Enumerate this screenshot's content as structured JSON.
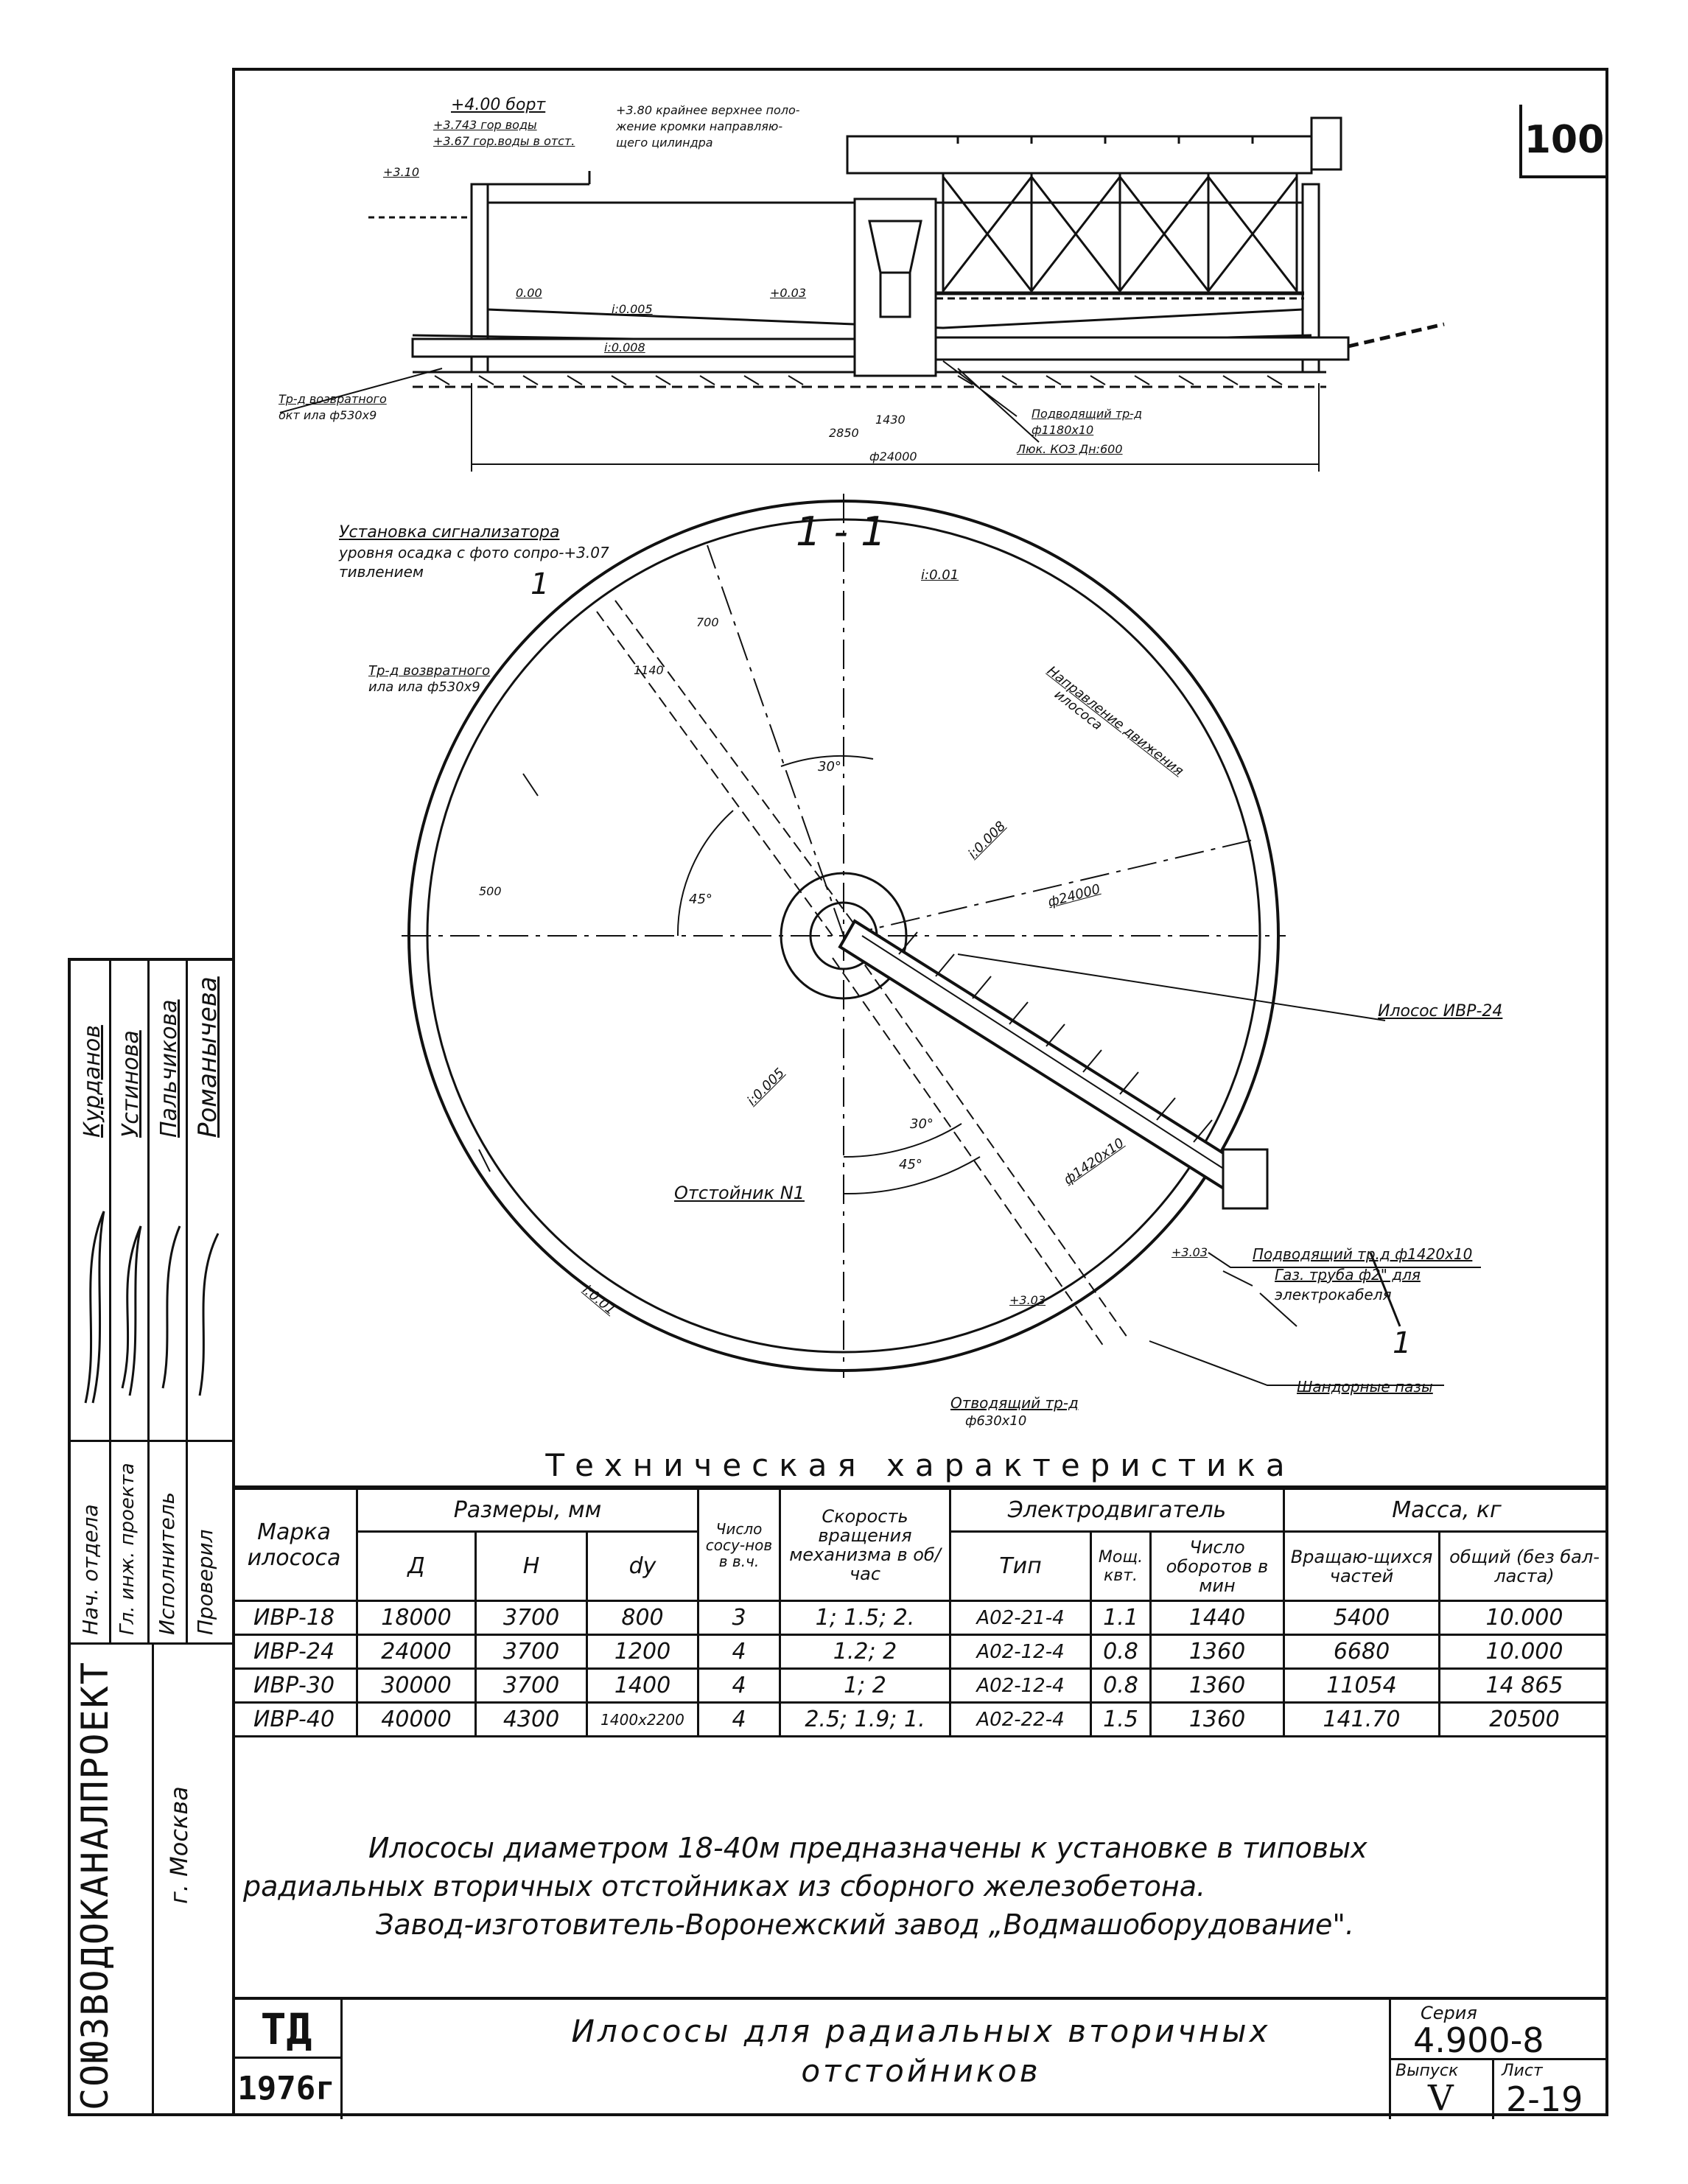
{
  "sheet_number": "100",
  "section_labels": {
    "elev_berm": "+4.00 борт",
    "elev_water_top": "+3.743 гор воды",
    "elev_water": "+3.67 гор.воды в отст.",
    "elev_blade": "+3.80 крайнее верхнее поло-",
    "elev_blade_2": "жение кромки направляю-",
    "elev_blade_3": "щего цилиндра",
    "elev_310": "+3.10",
    "elev_000": "0.00",
    "elev_003": "+0.03",
    "slope_1": "i:0.005",
    "slope_2": "i:0.008",
    "return_pipe": "Тр-д возвратного",
    "return_pipe_2": "окт ила ф530х9",
    "supply_pipe": "Подводящий тр-д",
    "supply_pipe_2": "ф1180х10",
    "sewer": "Люк. КОЗ Дн:600",
    "dim_24000": "ф24000",
    "dim_2850": "2850",
    "dim_1430": "1430"
  },
  "plan_labels": {
    "section_mark": "1 - 1",
    "sludge_level_1": "Установка сигнализатора",
    "sludge_level_2": "уровня осадка с фото сопро-+3.07",
    "sludge_level_3": "тивлением",
    "return_pipe_1": "Тр-д возвратного",
    "return_pipe_2": "ила ила ф530х9",
    "direction_1": "Направление движения",
    "direction_2": "илососа",
    "slope_top": "i:0.01",
    "slope_mid": "i:0.008",
    "slope_left": "i:0.005",
    "slope_bottom": "i:0.01",
    "dia": "ф24000",
    "angle_30_top": "30°",
    "angle_45_left": "45°",
    "angle_30_bottom": "30°",
    "angle_45_bottom": "45°",
    "dim_500": "500",
    "dim_700": "700",
    "dim_1140": "1140",
    "tank_name": "Отстойник N1",
    "sucker_name": "Илосос ИВР-24",
    "pipe_d": "ф1420х10",
    "supply_1": "Подводящий тр.д ф1420х10",
    "gas_1": "Газ. труба ф2\" для",
    "gas_2": "электрокабеля",
    "gates": "Шандорные пазы",
    "outlet_1": "Отводящий тр-д",
    "outlet_2": "ф630х10",
    "elev_303": "+3.03",
    "elev_303b": "+3.03",
    "cut_mark": "1"
  },
  "table": {
    "title": "Техническая характеристика",
    "headers": {
      "brand_1": "Марка",
      "brand_2": "илососа",
      "dims": "Размеры, мм",
      "D": "Д",
      "H": "Н",
      "dy": "dу",
      "count": "Число сосу-нов в в.ч.",
      "speed": "Скорость вращения механизма в об/час",
      "motor": "Электродвигатель",
      "type": "Тип",
      "power": "Мощ. квт.",
      "rpm": "Число оборотов в мин",
      "mass": "Масса, кг",
      "rotating": "Вращаю-щихся частей",
      "total": "общий (без бал-ласта)"
    },
    "rows": [
      {
        "brand": "ИВР-18",
        "D": "18000",
        "H": "3700",
        "dy": "800",
        "n": "3",
        "speed": "1; 1.5; 2.",
        "type": "А02-21-4",
        "power": "1.1",
        "rpm": "1440",
        "rot": "5400",
        "total": "10.000"
      },
      {
        "brand": "ИВР-24",
        "D": "24000",
        "H": "3700",
        "dy": "1200",
        "n": "4",
        "speed": "1.2; 2",
        "type": "А02-12-4",
        "power": "0.8",
        "rpm": "1360",
        "rot": "6680",
        "total": "10.000"
      },
      {
        "brand": "ИВР-30",
        "D": "30000",
        "H": "3700",
        "dy": "1400",
        "n": "4",
        "speed": "1; 2",
        "type": "А02-12-4",
        "power": "0.8",
        "rpm": "1360",
        "rot": "11054",
        "total": "14 865"
      },
      {
        "brand": "ИВР-40",
        "D": "40000",
        "H": "4300",
        "dy": "1400х2200",
        "n": "4",
        "speed": "2.5; 1.9; 1.",
        "type": "А02-22-4",
        "power": "1.5",
        "rpm": "1360",
        "rot": "141.70",
        "total": "20500"
      }
    ]
  },
  "notes": {
    "line1": "Илососы диаметром 18-40м предназначены к установке в типовых",
    "line2": "радиальных вторичных отстойниках из сборного железобетона.",
    "line3": "Завод-изготовитель-Воронежский завод „Водмашоборудование\"."
  },
  "stamp": {
    "td": "ТД",
    "year": "1976г",
    "title_1": "Илососы для радиальных вторичных",
    "title_2": "отстойников",
    "series_label": "Серия",
    "series": "4.900-8",
    "issue_label": "Выпуск",
    "issue": "V",
    "sheet_label": "Лист",
    "sheet": "2-19"
  },
  "side": {
    "org": "СОЮЗВОДОКАНАЛПРОЕКТ",
    "city": "г. Москва",
    "roles": [
      "Нач. отдела",
      "Гл. инж. проекта",
      "Исполнитель",
      "Проверил"
    ],
    "names": [
      "Курданов",
      "Устинова",
      "Пальчикова",
      "Романычева"
    ]
  }
}
